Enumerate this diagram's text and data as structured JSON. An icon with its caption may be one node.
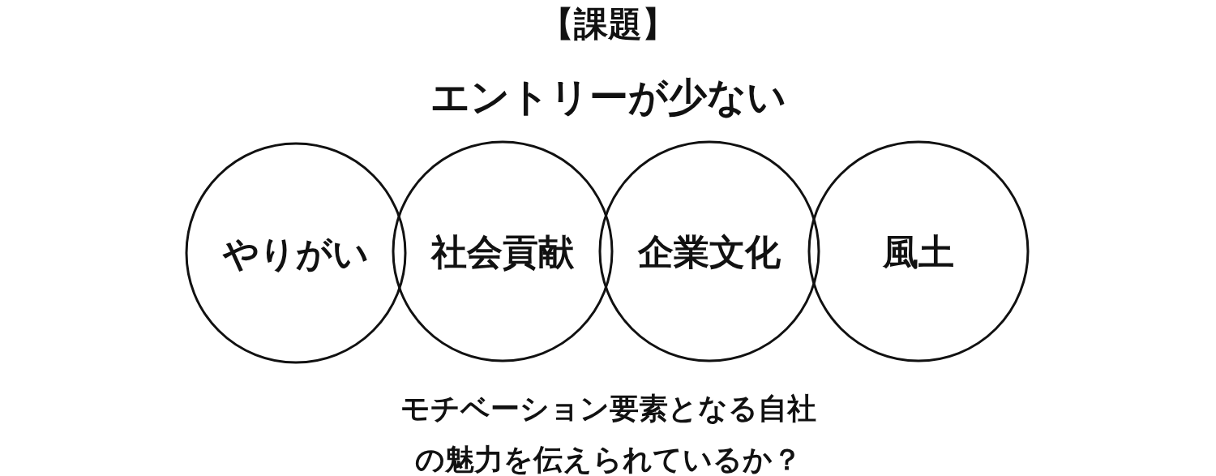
{
  "diagram": {
    "title": "【課題】",
    "nodes": [
      {
        "text": [
          "やりがい"
        ]
      },
      {
        "text": [
          "社会貢献"
        ]
      },
      {
        "text": [
          "企業文化"
        ]
      },
      {
        "text": [
          "風土"
        ]
      }
    ],
    "labels": [
      "エントリーが少ない"
    ],
    "caption": "モチベーション要素となる自社の魅力を伝えられているか？"
  }
}
